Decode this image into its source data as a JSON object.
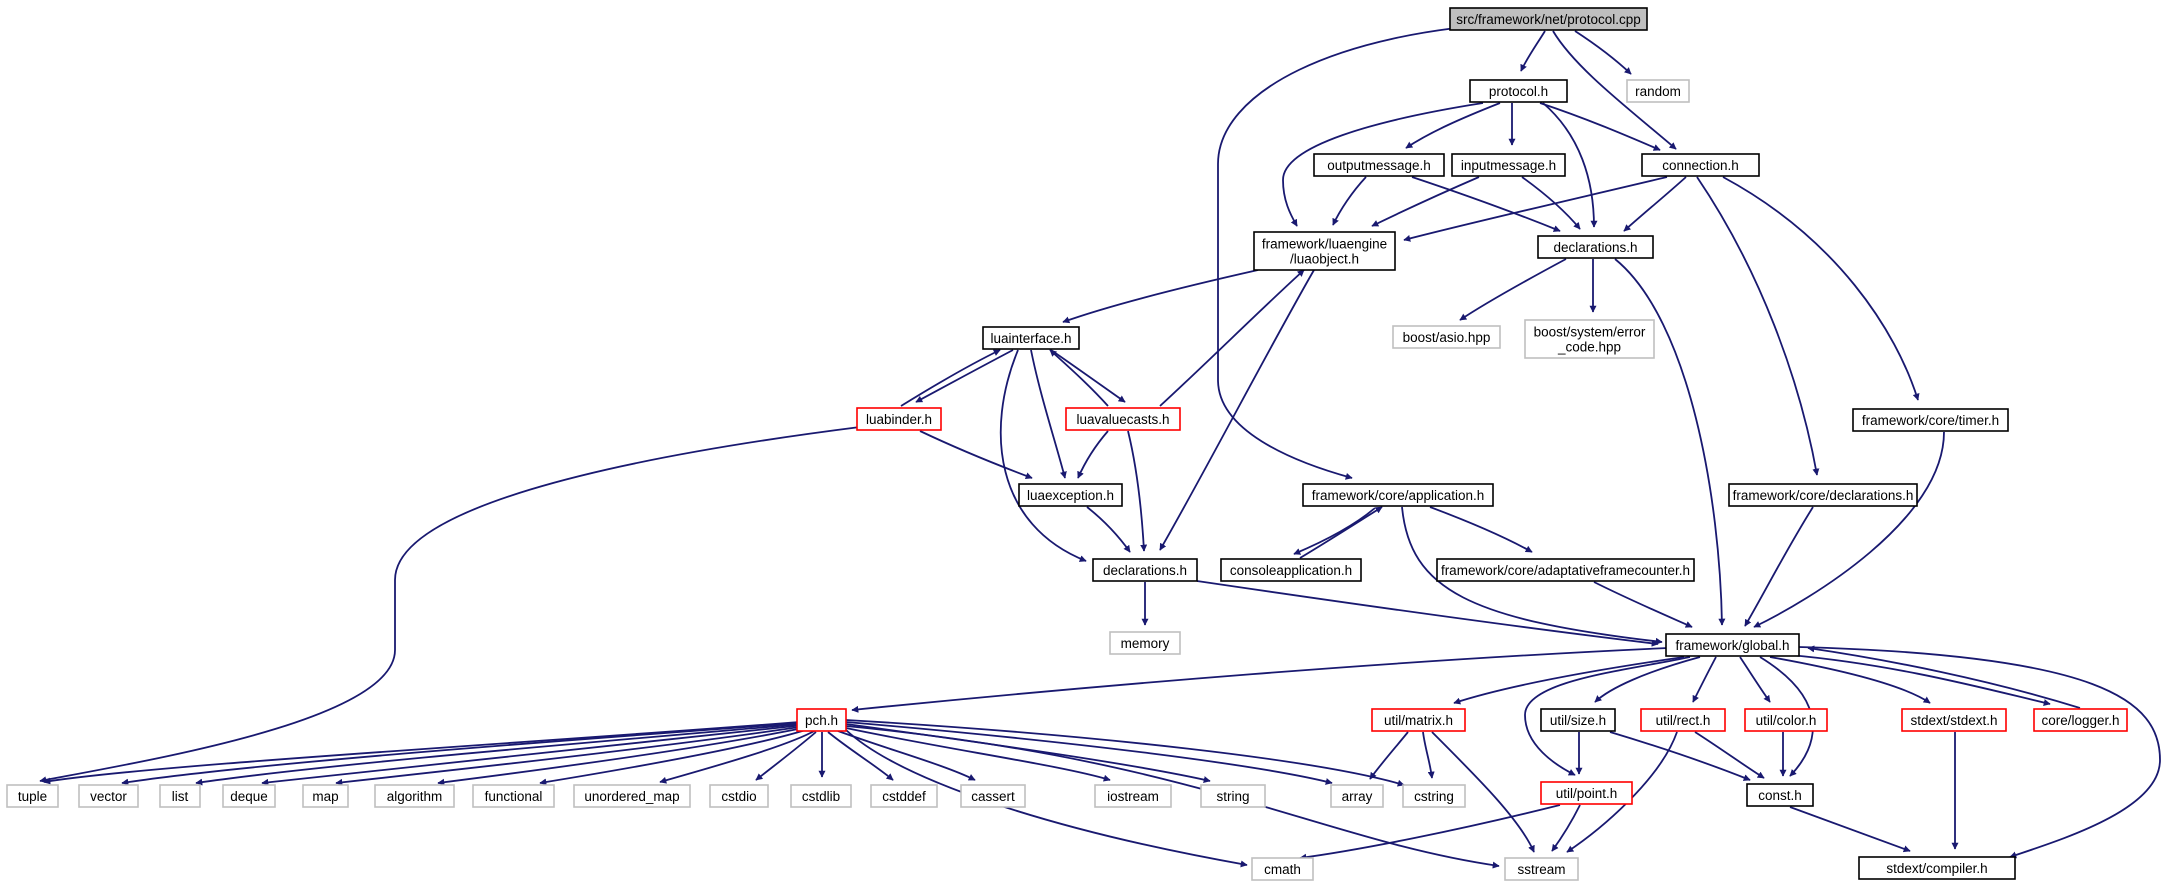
{
  "nodes": [
    {
      "id": "protocol_cpp",
      "lines": [
        "src/framework/net/protocol.cpp"
      ],
      "type": "root"
    },
    {
      "id": "random",
      "lines": [
        "random"
      ],
      "type": "external"
    },
    {
      "id": "protocol_h",
      "lines": [
        "protocol.h"
      ],
      "type": "header"
    },
    {
      "id": "outputmessage_h",
      "lines": [
        "outputmessage.h"
      ],
      "type": "header"
    },
    {
      "id": "inputmessage_h",
      "lines": [
        "inputmessage.h"
      ],
      "type": "header"
    },
    {
      "id": "connection_h",
      "lines": [
        "connection.h"
      ],
      "type": "header"
    },
    {
      "id": "luaobject_h",
      "lines": [
        "framework/luaengine",
        "/luaobject.h"
      ],
      "type": "header"
    },
    {
      "id": "net_declarations_h",
      "lines": [
        "declarations.h"
      ],
      "type": "header"
    },
    {
      "id": "boost_asio",
      "lines": [
        "boost/asio.hpp"
      ],
      "type": "external"
    },
    {
      "id": "boost_error",
      "lines": [
        "boost/system/error",
        "_code.hpp"
      ],
      "type": "external"
    },
    {
      "id": "luainterface_h",
      "lines": [
        "luainterface.h"
      ],
      "type": "header"
    },
    {
      "id": "luabinder_h",
      "lines": [
        "luabinder.h"
      ],
      "type": "truncated"
    },
    {
      "id": "luavaluecasts_h",
      "lines": [
        "luavaluecasts.h"
      ],
      "type": "truncated"
    },
    {
      "id": "luaexception_h",
      "lines": [
        "luaexception.h"
      ],
      "type": "header"
    },
    {
      "id": "lua_declarations_h",
      "lines": [
        "declarations.h"
      ],
      "type": "header"
    },
    {
      "id": "memory",
      "lines": [
        "memory"
      ],
      "type": "external"
    },
    {
      "id": "core_timer_h",
      "lines": [
        "framework/core/timer.h"
      ],
      "type": "header"
    },
    {
      "id": "core_application_h",
      "lines": [
        "framework/core/application.h"
      ],
      "type": "header"
    },
    {
      "id": "core_declarations_h",
      "lines": [
        "framework/core/declarations.h"
      ],
      "type": "header"
    },
    {
      "id": "consoleapplication_h",
      "lines": [
        "consoleapplication.h"
      ],
      "type": "header"
    },
    {
      "id": "adaptativeframecounter_h",
      "lines": [
        "framework/core/adaptativeframecounter.h"
      ],
      "type": "header"
    },
    {
      "id": "global_h",
      "lines": [
        "framework/global.h"
      ],
      "type": "header"
    },
    {
      "id": "pch_h",
      "lines": [
        "pch.h"
      ],
      "type": "truncated"
    },
    {
      "id": "util_matrix_h",
      "lines": [
        "util/matrix.h"
      ],
      "type": "truncated"
    },
    {
      "id": "util_size_h",
      "lines": [
        "util/size.h"
      ],
      "type": "header"
    },
    {
      "id": "util_rect_h",
      "lines": [
        "util/rect.h"
      ],
      "type": "truncated"
    },
    {
      "id": "util_color_h",
      "lines": [
        "util/color.h"
      ],
      "type": "truncated"
    },
    {
      "id": "stdext_stdext_h",
      "lines": [
        "stdext/stdext.h"
      ],
      "type": "truncated"
    },
    {
      "id": "core_logger_h",
      "lines": [
        "core/logger.h"
      ],
      "type": "truncated"
    },
    {
      "id": "tuple",
      "lines": [
        "tuple"
      ],
      "type": "external"
    },
    {
      "id": "vector",
      "lines": [
        "vector"
      ],
      "type": "external"
    },
    {
      "id": "list",
      "lines": [
        "list"
      ],
      "type": "external"
    },
    {
      "id": "deque",
      "lines": [
        "deque"
      ],
      "type": "external"
    },
    {
      "id": "map",
      "lines": [
        "map"
      ],
      "type": "external"
    },
    {
      "id": "algorithm",
      "lines": [
        "algorithm"
      ],
      "type": "external"
    },
    {
      "id": "functional",
      "lines": [
        "functional"
      ],
      "type": "external"
    },
    {
      "id": "unordered_map",
      "lines": [
        "unordered_map"
      ],
      "type": "external"
    },
    {
      "id": "cstdio",
      "lines": [
        "cstdio"
      ],
      "type": "external"
    },
    {
      "id": "cstdlib",
      "lines": [
        "cstdlib"
      ],
      "type": "external"
    },
    {
      "id": "cstddef",
      "lines": [
        "cstddef"
      ],
      "type": "external"
    },
    {
      "id": "cassert",
      "lines": [
        "cassert"
      ],
      "type": "external"
    },
    {
      "id": "iostream",
      "lines": [
        "iostream"
      ],
      "type": "external"
    },
    {
      "id": "string",
      "lines": [
        "string"
      ],
      "type": "external"
    },
    {
      "id": "array",
      "lines": [
        "array"
      ],
      "type": "external"
    },
    {
      "id": "cstring",
      "lines": [
        "cstring"
      ],
      "type": "external"
    },
    {
      "id": "util_point_h",
      "lines": [
        "util/point.h"
      ],
      "type": "truncated"
    },
    {
      "id": "const_h",
      "lines": [
        "const.h"
      ],
      "type": "header"
    },
    {
      "id": "cmath",
      "lines": [
        "cmath"
      ],
      "type": "external"
    },
    {
      "id": "sstream",
      "lines": [
        "sstream"
      ],
      "type": "external"
    },
    {
      "id": "stdext_compiler_h",
      "lines": [
        "stdext/compiler.h"
      ],
      "type": "header"
    }
  ],
  "edges": [
    [
      "protocol_cpp",
      "protocol_h"
    ],
    [
      "protocol_cpp",
      "random"
    ],
    [
      "protocol_cpp",
      "connection_h"
    ],
    [
      "protocol_cpp",
      "core_application_h"
    ],
    [
      "protocol_h",
      "outputmessage_h"
    ],
    [
      "protocol_h",
      "inputmessage_h"
    ],
    [
      "protocol_h",
      "connection_h"
    ],
    [
      "protocol_h",
      "luaobject_h"
    ],
    [
      "protocol_h",
      "net_declarations_h"
    ],
    [
      "outputmessage_h",
      "luaobject_h"
    ],
    [
      "outputmessage_h",
      "net_declarations_h"
    ],
    [
      "inputmessage_h",
      "luaobject_h"
    ],
    [
      "inputmessage_h",
      "net_declarations_h"
    ],
    [
      "connection_h",
      "luaobject_h"
    ],
    [
      "connection_h",
      "net_declarations_h"
    ],
    [
      "connection_h",
      "core_timer_h"
    ],
    [
      "connection_h",
      "core_declarations_h"
    ],
    [
      "luaobject_h",
      "luainterface_h"
    ],
    [
      "luaobject_h",
      "lua_declarations_h"
    ],
    [
      "net_declarations_h",
      "boost_asio"
    ],
    [
      "net_declarations_h",
      "boost_error"
    ],
    [
      "net_declarations_h",
      "global_h"
    ],
    [
      "luainterface_h",
      "luabinder_h"
    ],
    [
      "luainterface_h",
      "luavaluecasts_h"
    ],
    [
      "luainterface_h",
      "luaexception_h"
    ],
    [
      "luainterface_h",
      "lua_declarations_h"
    ],
    [
      "luabinder_h",
      "luainterface_h"
    ],
    [
      "luabinder_h",
      "luaexception_h"
    ],
    [
      "luabinder_h",
      "tuple"
    ],
    [
      "luavaluecasts_h",
      "luainterface_h"
    ],
    [
      "luavaluecasts_h",
      "luaobject_h"
    ],
    [
      "luavaluecasts_h",
      "luaexception_h"
    ],
    [
      "luavaluecasts_h",
      "lua_declarations_h"
    ],
    [
      "luaexception_h",
      "lua_declarations_h"
    ],
    [
      "lua_declarations_h",
      "memory"
    ],
    [
      "lua_declarations_h",
      "global_h"
    ],
    [
      "core_timer_h",
      "global_h"
    ],
    [
      "core_declarations_h",
      "global_h"
    ],
    [
      "core_application_h",
      "consoleapplication_h"
    ],
    [
      "core_application_h",
      "adaptativeframecounter_h"
    ],
    [
      "core_application_h",
      "global_h"
    ],
    [
      "consoleapplication_h",
      "core_application_h"
    ],
    [
      "adaptativeframecounter_h",
      "global_h"
    ],
    [
      "global_h",
      "pch_h"
    ],
    [
      "global_h",
      "util_matrix_h"
    ],
    [
      "global_h",
      "util_size_h"
    ],
    [
      "global_h",
      "util_rect_h"
    ],
    [
      "global_h",
      "util_color_h"
    ],
    [
      "global_h",
      "stdext_stdext_h"
    ],
    [
      "global_h",
      "core_logger_h"
    ],
    [
      "global_h",
      "util_point_h"
    ],
    [
      "global_h",
      "const_h"
    ],
    [
      "global_h",
      "stdext_compiler_h"
    ],
    [
      "core_logger_h",
      "global_h"
    ],
    [
      "pch_h",
      "tuple"
    ],
    [
      "pch_h",
      "vector"
    ],
    [
      "pch_h",
      "list"
    ],
    [
      "pch_h",
      "deque"
    ],
    [
      "pch_h",
      "map"
    ],
    [
      "pch_h",
      "algorithm"
    ],
    [
      "pch_h",
      "functional"
    ],
    [
      "pch_h",
      "unordered_map"
    ],
    [
      "pch_h",
      "cstdio"
    ],
    [
      "pch_h",
      "cstdlib"
    ],
    [
      "pch_h",
      "cstddef"
    ],
    [
      "pch_h",
      "cassert"
    ],
    [
      "pch_h",
      "iostream"
    ],
    [
      "pch_h",
      "string"
    ],
    [
      "pch_h",
      "array"
    ],
    [
      "pch_h",
      "cstring"
    ],
    [
      "pch_h",
      "cmath"
    ],
    [
      "pch_h",
      "sstream"
    ],
    [
      "util_matrix_h",
      "array"
    ],
    [
      "util_matrix_h",
      "cstring"
    ],
    [
      "util_matrix_h",
      "sstream"
    ],
    [
      "util_size_h",
      "util_point_h"
    ],
    [
      "util_size_h",
      "const_h"
    ],
    [
      "util_rect_h",
      "const_h"
    ],
    [
      "util_rect_h",
      "sstream"
    ],
    [
      "util_color_h",
      "const_h"
    ],
    [
      "stdext_stdext_h",
      "stdext_compiler_h"
    ],
    [
      "util_point_h",
      "cmath"
    ],
    [
      "util_point_h",
      "sstream"
    ],
    [
      "const_h",
      "stdext_compiler_h"
    ]
  ],
  "colors": {
    "edge": "#191970",
    "header_border": "#000000",
    "truncated_border": "#ff0000",
    "external_border": "#bfbfbf",
    "root_fill": "#bfbfbf",
    "node_fill": "#ffffff"
  }
}
